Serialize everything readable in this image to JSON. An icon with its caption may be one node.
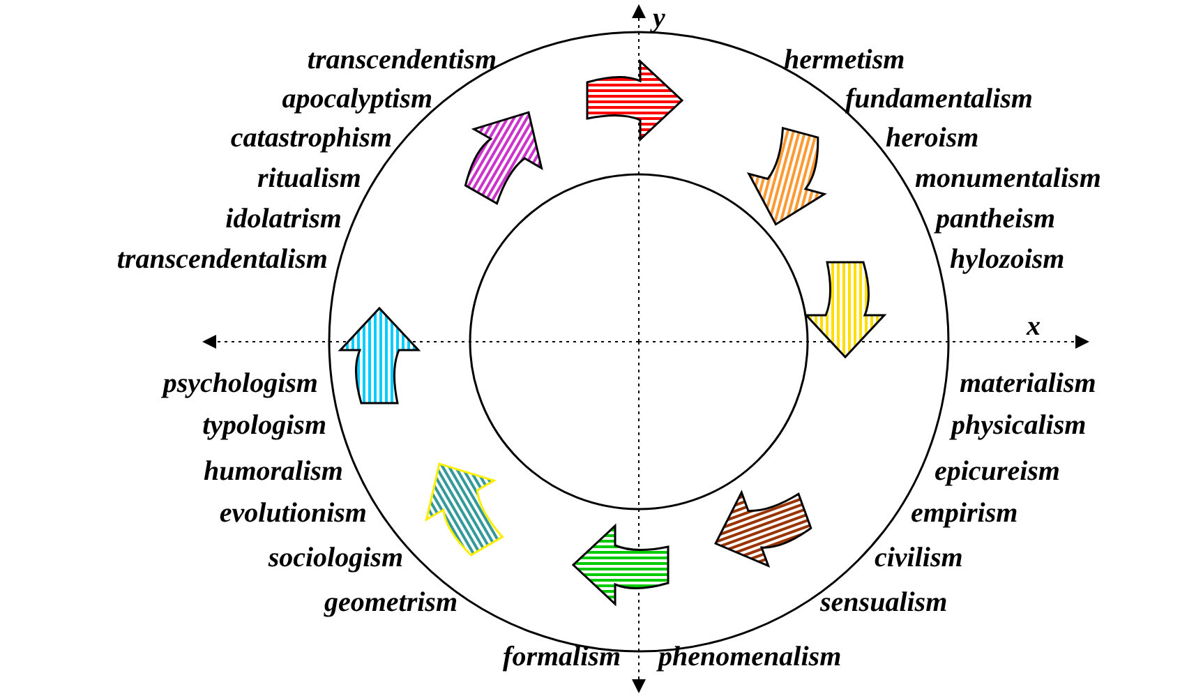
{
  "diagram": {
    "labels": [
      "y",
      "transcendentism",
      "apocalyptism",
      "catastrophism",
      "ritualism",
      "idolatrism",
      "transcendentalism",
      "hermetism",
      "fundamentalism",
      "heroism",
      "monumentalism",
      "pantheism",
      "hylozoism",
      "x",
      "psychologism",
      "typologism",
      "humoralism",
      "evolutionism",
      "sociologism",
      "geometrism",
      "materialism",
      "physicalism",
      "epicureism",
      "empirism",
      "civilism",
      "sensualism",
      "formalism",
      "phenomenalism"
    ]
  }
}
